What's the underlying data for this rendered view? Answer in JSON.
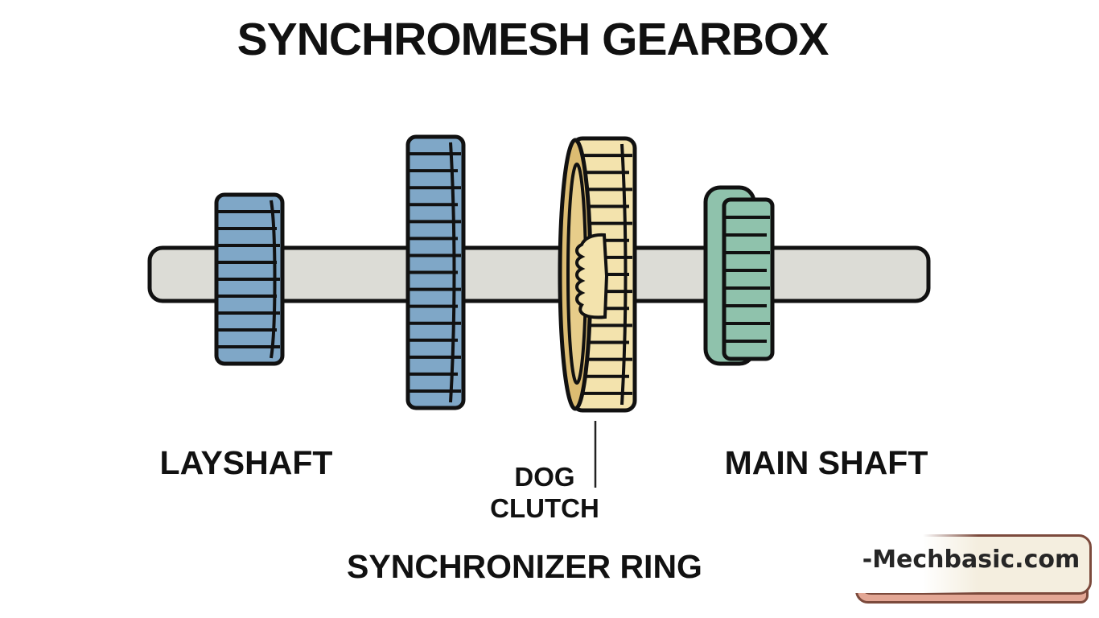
{
  "title": "SYNCHROMESH GEARBOX",
  "labels": {
    "layshaft": "LAYSHAFT",
    "dog_clutch_line1": "DOG",
    "dog_clutch_line2": "CLUTCH",
    "main_shaft": "MAIN SHAFT",
    "synchronizer_ring": "SYNCHRONIZER RING"
  },
  "watermark": {
    "text": "-Mechbasic.com"
  },
  "colors": {
    "gear-blue": "#7fa7c7",
    "gear-yellow": "#f3e3ad",
    "gear-yellow-mid": "#e7cd8a",
    "gear-yellow-dark": "#dcbc72",
    "gear-green": "#8fc2ac",
    "shaft-gray": "#dcdcd6",
    "outline": "#111111",
    "label": "#111111",
    "leader-line": "#222222",
    "watermark-bg": "#f4eedf",
    "watermark-base": "#e3a795",
    "watermark-border": "#7c4a3c",
    "watermark-text": "#262626"
  }
}
